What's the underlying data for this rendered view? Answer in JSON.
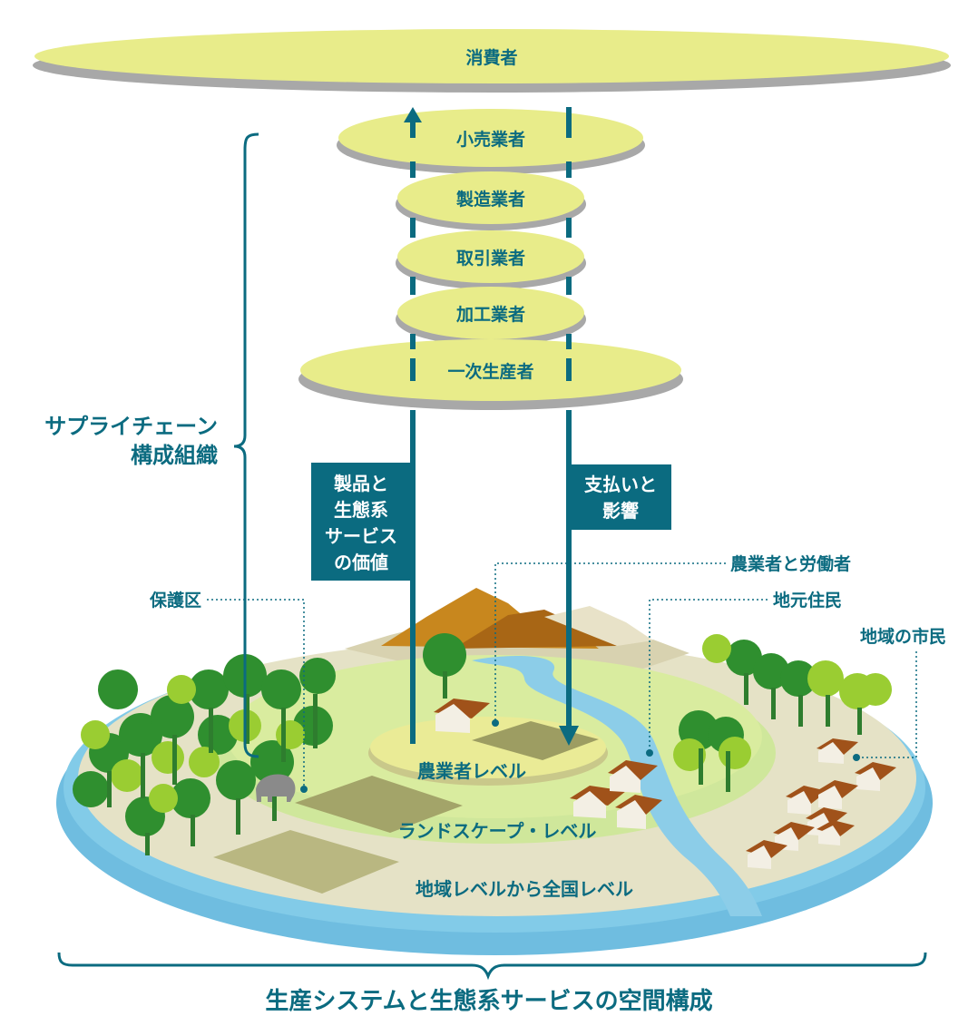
{
  "supply_chain": {
    "consumer": "消費者",
    "retailer": "小売業者",
    "manufacturer": "製造業者",
    "trader": "取引業者",
    "processor": "加工業者",
    "primary_producer": "一次生産者"
  },
  "side_label": {
    "line1": "サプライチェーン",
    "line2": "構成組織"
  },
  "flows": {
    "products_box": [
      "製品と",
      "生態系",
      "サービス",
      "の価値"
    ],
    "payments_box": [
      "支払いと",
      "影響"
    ]
  },
  "callouts": {
    "protected_area": "保護区",
    "farmers_workers": "農業者と労働者",
    "local_residents": "地元住民",
    "regional_citizens": "地域の市民"
  },
  "levels": {
    "farm": "農業者レベル",
    "landscape": "ランドスケープ・レベル",
    "regional_national": "地域レベルから全国レベル"
  },
  "footer_title": "生産システムと生態系サービスの空間構成",
  "colors": {
    "disc_fill": "#e8ec8a",
    "disc_shadow": "#a8a8a8",
    "teal": "#0b6b80",
    "river": "#7ec8e3",
    "tree_dark": "#2f8f2f",
    "tree_light": "#9acd32",
    "house_roof": "#a0521a",
    "mountain": "#c8871e"
  }
}
